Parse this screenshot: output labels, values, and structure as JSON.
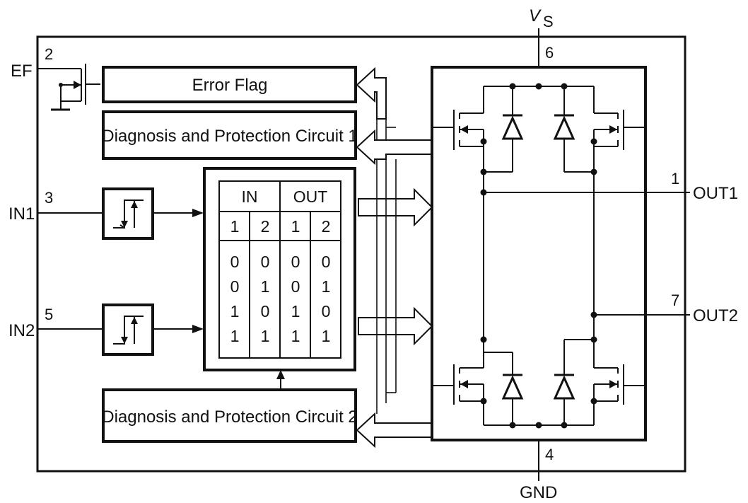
{
  "diagram": {
    "supply": {
      "label_main": "V",
      "label_sub": "S",
      "pin": "6"
    },
    "ground": {
      "label": "GND",
      "pin": "4"
    },
    "error_flag": {
      "label": "EF",
      "pin": "2",
      "block": "Error Flag"
    },
    "in1": {
      "label": "IN1",
      "pin": "3"
    },
    "in2": {
      "label": "IN2",
      "pin": "5"
    },
    "out1": {
      "label": "OUT1",
      "pin": "1"
    },
    "out2": {
      "label": "OUT2",
      "pin": "7"
    },
    "diag1": "Diagnosis and Protection Circuit 1",
    "diag2": "Diagnosis and Protection Circuit 2",
    "truth_table": {
      "group_in": "IN",
      "group_out": "OUT",
      "col_headers": [
        "1",
        "2",
        "1",
        "2"
      ],
      "rows": [
        [
          "0",
          "0",
          "0",
          "0"
        ],
        [
          "0",
          "1",
          "0",
          "1"
        ],
        [
          "1",
          "0",
          "1",
          "0"
        ],
        [
          "1",
          "1",
          "1",
          "1"
        ]
      ]
    }
  }
}
